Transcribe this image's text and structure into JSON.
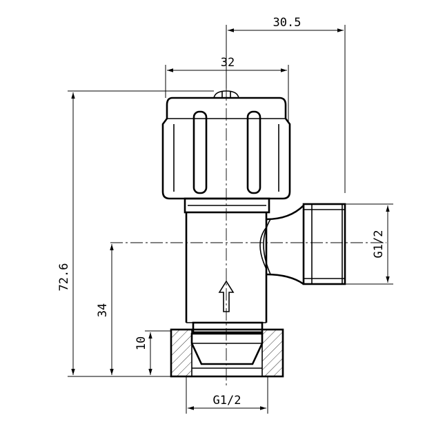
{
  "dimensions": {
    "depth_30_5": "30.5",
    "knob_width_32": "32",
    "overall_height": "72.6",
    "outlet_height": "34",
    "nut_height": "10",
    "outlet_thread": "G1/2",
    "inlet_thread": "G1/2"
  },
  "colors": {
    "line": "#000000",
    "background": "#ffffff"
  }
}
